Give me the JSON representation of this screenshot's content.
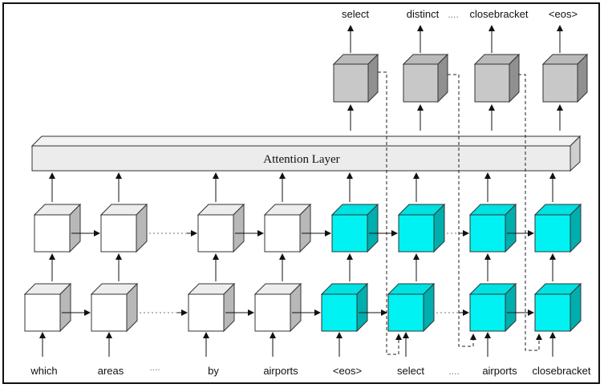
{
  "attention_layer": {
    "label": "Attention Layer"
  },
  "input_tokens": [
    "which",
    "areas",
    "....",
    "by",
    "airports",
    "<eos>",
    "select",
    "....",
    "airports",
    "closebracket"
  ],
  "output_tokens": [
    "select",
    "distinct",
    "....",
    "closebracket",
    "<eos>"
  ],
  "colors": {
    "encoder_cell": "#ffffff",
    "decoder_cell": "#00f2f2",
    "output_cell": "#c8c8c8",
    "stroke": "#333333"
  }
}
